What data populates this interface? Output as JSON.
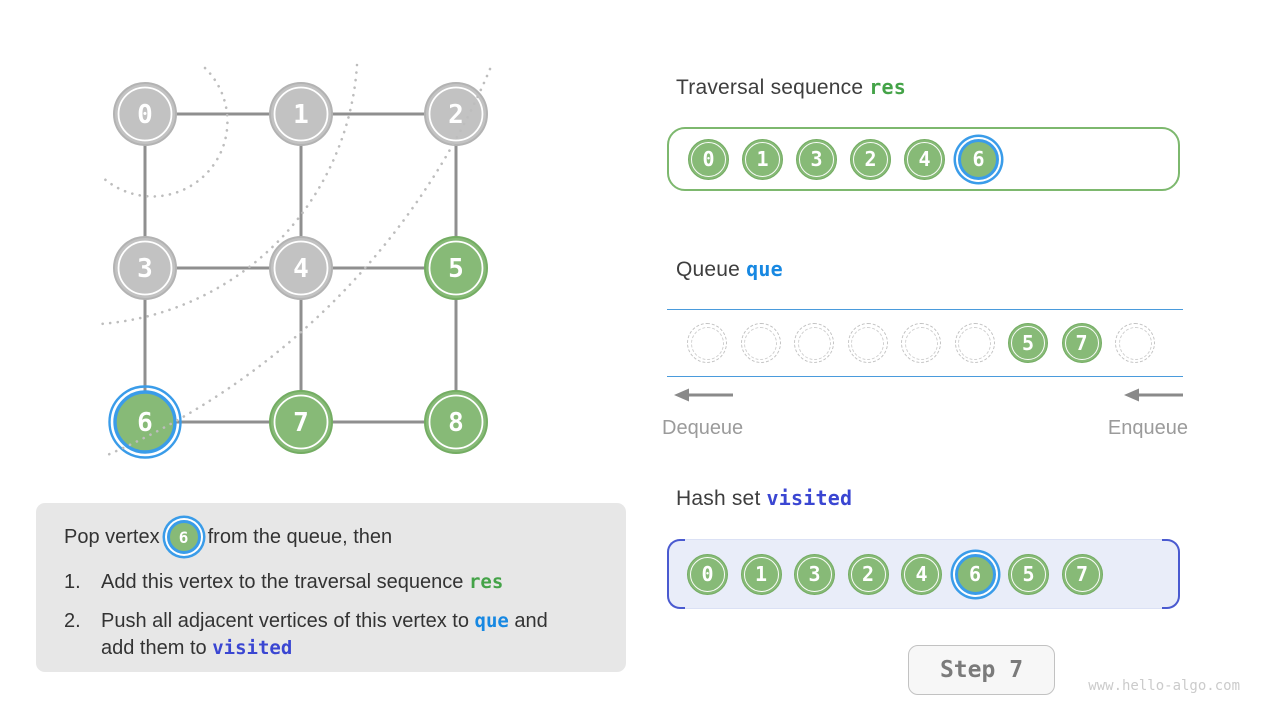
{
  "colors": {
    "green_fill": "#87ba77",
    "green_rim": "#74ad63",
    "gray_fill": "#c2c2c2",
    "gray_rim": "#b3b3b3",
    "highlight_blue": "#3a9ce9",
    "edge_gray": "#8f8f8f",
    "arc_gray": "#bdbdbd",
    "res_green": "#44a348",
    "que_blue": "#1788e2",
    "visited_indigo": "#3a46d2",
    "queue_line_blue": "#4a9bdc"
  },
  "graph": {
    "vertices": [
      {
        "id": "0",
        "state": "gray"
      },
      {
        "id": "1",
        "state": "gray"
      },
      {
        "id": "2",
        "state": "gray"
      },
      {
        "id": "3",
        "state": "gray"
      },
      {
        "id": "4",
        "state": "gray"
      },
      {
        "id": "5",
        "state": "green"
      },
      {
        "id": "6",
        "state": "green",
        "highlighted": true
      },
      {
        "id": "7",
        "state": "green"
      },
      {
        "id": "8",
        "state": "green"
      }
    ],
    "edges": [
      [
        "0",
        "1"
      ],
      [
        "1",
        "2"
      ],
      [
        "3",
        "4"
      ],
      [
        "4",
        "5"
      ],
      [
        "6",
        "7"
      ],
      [
        "7",
        "8"
      ],
      [
        "0",
        "3"
      ],
      [
        "3",
        "6"
      ],
      [
        "1",
        "4"
      ],
      [
        "4",
        "7"
      ],
      [
        "2",
        "5"
      ],
      [
        "5",
        "8"
      ]
    ]
  },
  "traversal_panel": {
    "title": "Traversal sequence",
    "code": "res",
    "items": [
      {
        "v": "0"
      },
      {
        "v": "1"
      },
      {
        "v": "3"
      },
      {
        "v": "2"
      },
      {
        "v": "4"
      },
      {
        "v": "6",
        "highlighted": true
      }
    ]
  },
  "queue_panel": {
    "title": "Queue",
    "code": "que",
    "slots": [
      "",
      "",
      "",
      "",
      "",
      "",
      "5",
      "7",
      ""
    ],
    "dequeue_label": "Dequeue",
    "enqueue_label": "Enqueue"
  },
  "hashset_panel": {
    "title": "Hash set",
    "code": "visited",
    "items": [
      {
        "v": "0"
      },
      {
        "v": "1"
      },
      {
        "v": "3"
      },
      {
        "v": "2"
      },
      {
        "v": "4"
      },
      {
        "v": "6",
        "highlighted": true
      },
      {
        "v": "5"
      },
      {
        "v": "7"
      }
    ]
  },
  "explanation": {
    "intro_before": "Pop vertex",
    "intro_vertex": "6",
    "intro_after": "from the queue, then",
    "items": [
      {
        "num": "1.",
        "parts": [
          {
            "t": "Add this vertex to the traversal sequence ",
            "s": "plain"
          },
          {
            "t": "res",
            "s": "res"
          }
        ]
      },
      {
        "num": "2.",
        "parts": [
          {
            "t": "Push all adjacent vertices of this vertex to ",
            "s": "plain"
          },
          {
            "t": "que",
            "s": "que"
          },
          {
            "t": " and add them to ",
            "s": "plain"
          },
          {
            "t": "visited",
            "s": "visited"
          }
        ]
      }
    ]
  },
  "step_button": {
    "label": "Step 7"
  },
  "watermark": "www.hello-algo.com"
}
